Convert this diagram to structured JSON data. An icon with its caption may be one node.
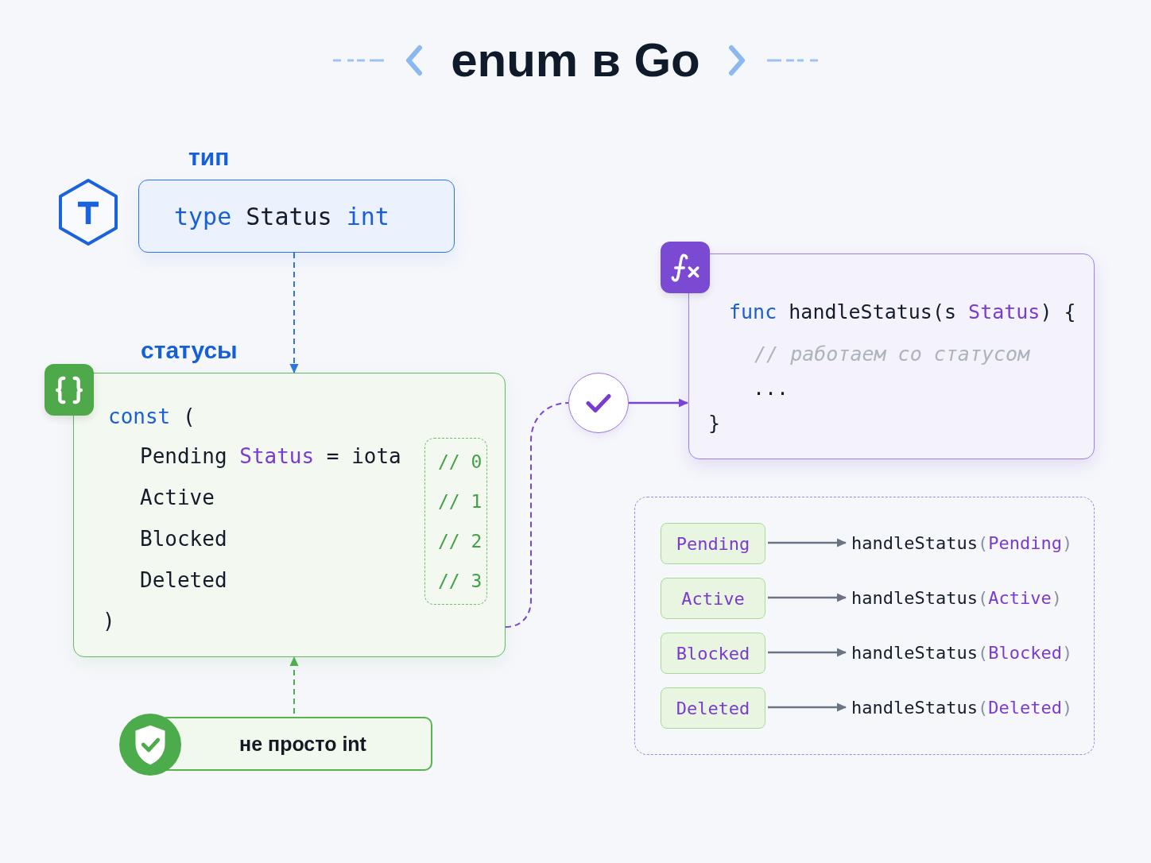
{
  "diagram": {
    "title": "enum в Go",
    "nodes": [
      {
        "text": [
          "тип",
          "type Status int"
        ]
      },
      {
        "text": [
          "статусы",
          "const (",
          "Pending Status = iota",
          "Active",
          "Blocked",
          "Deleted",
          ")"
        ]
      },
      {
        "text": [
          "// 0",
          "// 1",
          "// 2",
          "// 3"
        ],
        "in": 1
      },
      {
        "text": [],
        "shape": "circle"
      },
      {
        "text": [
          "func handleStatus(s Status) {",
          "// работаем со статусом",
          "...",
          "}"
        ]
      },
      {
        "text": [],
        "shape": "box"
      },
      {
        "text": [
          "Pending"
        ],
        "in": 5
      },
      {
        "text": [
          "handleStatus(Pending)"
        ],
        "in": 5
      },
      {
        "text": [
          "Active"
        ],
        "in": 5
      },
      {
        "text": [
          "handleStatus(Active)"
        ],
        "in": 5
      },
      {
        "text": [
          "Blocked"
        ],
        "in": 5
      },
      {
        "text": [
          "handleStatus(Blocked)"
        ],
        "in": 5
      },
      {
        "text": [
          "Deleted"
        ],
        "in": 5
      },
      {
        "text": [
          "handleStatus(Deleted)"
        ],
        "in": 5
      },
      {
        "text": [
          "не просто int"
        ]
      }
    ],
    "edges": [
      {
        "from": 0,
        "to": 1,
        "arrow": "to",
        "style": "dashed",
        "color": "#2f74e6"
      },
      {
        "from": 14,
        "to": 1,
        "arrow": "to",
        "style": "dashed",
        "color": "#4caf50"
      },
      {
        "from": 1,
        "to": 3,
        "arrow": "none",
        "style": "dashed",
        "color": "#7b45d3"
      },
      {
        "from": 3,
        "to": 4,
        "arrow": "to",
        "color": "#7b45d3"
      },
      {
        "from": 6,
        "to": 7,
        "arrow": "to"
      },
      {
        "from": 8,
        "to": 9,
        "arrow": "to"
      },
      {
        "from": 10,
        "to": 11,
        "arrow": "to"
      },
      {
        "from": 12,
        "to": 13,
        "arrow": "to"
      }
    ]
  }
}
